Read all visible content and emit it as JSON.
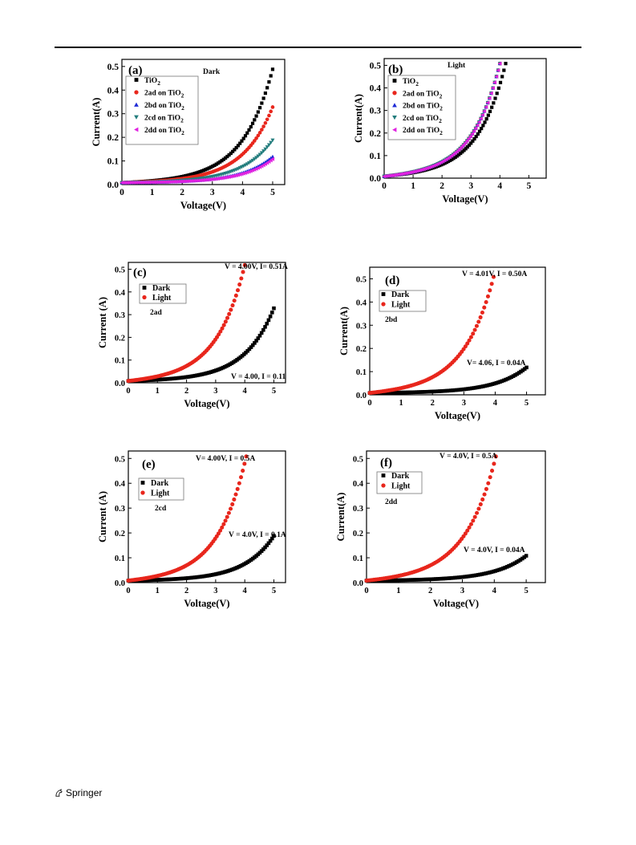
{
  "footer": {
    "publisher": "Springer",
    "icon": "springer-horse-icon"
  },
  "colors": {
    "black": "#000000",
    "red": "#e8261c",
    "blue": "#1f2bd6",
    "teal": "#237d7d",
    "magenta": "#e021e0"
  },
  "chart_data": [
    {
      "id": "a",
      "type": "scatter",
      "panel_label": "(a)",
      "annotation": "Dark",
      "xlabel": "Voltage(V)",
      "ylabel": "Current(A)",
      "xlim": [
        0,
        5.4
      ],
      "ylim": [
        0,
        0.53
      ],
      "xticks": [
        "0",
        "1",
        "2",
        "3",
        "4",
        "5"
      ],
      "yticks": [
        "0.0",
        "0.1",
        "0.2",
        "0.3",
        "0.4",
        "0.5"
      ],
      "legend_placement": "top-left",
      "series": [
        {
          "name": "TiO2",
          "marker": "square",
          "color": "#000000",
          "x_max": 5.0,
          "y_at_max": 0.48
        },
        {
          "name": "2ad on TiO2",
          "marker": "circle",
          "color": "#e8261c",
          "x_max": 5.0,
          "y_at_max": 0.32
        },
        {
          "name": "2bd on TiO2",
          "marker": "triangle-up",
          "color": "#1f2bd6",
          "x_max": 5.0,
          "y_at_max": 0.11
        },
        {
          "name": "2cd on TiO2",
          "marker": "triangle-down",
          "color": "#237d7d",
          "x_max": 5.0,
          "y_at_max": 0.18
        },
        {
          "name": "2dd on TiO2",
          "marker": "triangle-left",
          "color": "#e021e0",
          "x_max": 5.0,
          "y_at_max": 0.1
        }
      ]
    },
    {
      "id": "b",
      "type": "scatter",
      "panel_label": "(b)",
      "annotation": "Light",
      "xlabel": "Voltage(V)",
      "ylabel": "Current(A)",
      "xlim": [
        0,
        5.6
      ],
      "ylim": [
        0,
        0.53
      ],
      "xticks": [
        "0",
        "1",
        "2",
        "3",
        "4",
        "5"
      ],
      "yticks": [
        "0.0",
        "0.1",
        "0.2",
        "0.3",
        "0.4",
        "0.5"
      ],
      "legend_placement": "top-left",
      "series": [
        {
          "name": "TiO2",
          "legend_label": "TiO2",
          "marker": "square",
          "color": "#000000",
          "x_max": 4.2,
          "y_at_max": 0.5
        },
        {
          "name": "2ad on TiO2",
          "marker": "circle",
          "color": "#e8261c",
          "x_max": 4.0,
          "y_at_max": 0.5
        },
        {
          "name": "2bd on TiO2",
          "marker": "triangle-up",
          "color": "#1f2bd6",
          "x_max": 4.0,
          "y_at_max": 0.5
        },
        {
          "name": "2cd on TiO2",
          "marker": "triangle-down",
          "color": "#237d7d",
          "x_max": 4.0,
          "y_at_max": 0.5
        },
        {
          "name": "2dd on TiO2",
          "marker": "triangle-left",
          "color": "#e021e0",
          "x_max": 4.0,
          "y_at_max": 0.5
        }
      ]
    },
    {
      "id": "c",
      "type": "scatter",
      "panel_label": "(c)",
      "sample": "2ad",
      "xlabel": "Voltage(V)",
      "ylabel": "Current (A)",
      "xlim": [
        0,
        5.4
      ],
      "ylim": [
        0,
        0.53
      ],
      "xticks": [
        "0",
        "1",
        "2",
        "3",
        "4",
        "5"
      ],
      "yticks": [
        "0.0",
        "0.1",
        "0.2",
        "0.3",
        "0.4",
        "0.5"
      ],
      "annotations": [
        "V = 4.00V, I= 0.51A",
        "V = 4.00, I = 0.11"
      ],
      "legend_placement": "top-left",
      "series": [
        {
          "name": "Dark",
          "marker": "square",
          "color": "#000000",
          "x_max": 5.0,
          "y_at_max": 0.32
        },
        {
          "name": "Light",
          "marker": "circle",
          "color": "#e8261c",
          "x_max": 4.0,
          "y_at_max": 0.51
        }
      ]
    },
    {
      "id": "d",
      "type": "scatter",
      "panel_label": "(d)",
      "sample": "2bd",
      "xlabel": "Voltage(V)",
      "ylabel": "Current(A)",
      "xlim": [
        0,
        5.6
      ],
      "ylim": [
        0,
        0.55
      ],
      "xticks": [
        "0",
        "1",
        "2",
        "3",
        "4",
        "5"
      ],
      "yticks": [
        "0.0",
        "0.1",
        "0.2",
        "0.3",
        "0.4",
        "0.5"
      ],
      "annotations": [
        "V = 4.01V, I = 0.50A",
        "V= 4.06, I = 0.04A"
      ],
      "legend_placement": "top-left",
      "series": [
        {
          "name": "Dark",
          "marker": "square",
          "color": "#000000",
          "x_max": 5.0,
          "y_at_max": 0.11
        },
        {
          "name": "Light",
          "marker": "circle",
          "color": "#e8261c",
          "x_max": 3.95,
          "y_at_max": 0.5
        }
      ]
    },
    {
      "id": "e",
      "type": "scatter",
      "panel_label": "(e)",
      "sample": "2cd",
      "xlabel": "Voltage(V)",
      "ylabel": "Current (A)",
      "xlim": [
        0,
        5.4
      ],
      "ylim": [
        0,
        0.53
      ],
      "xticks": [
        "0",
        "1",
        "2",
        "3",
        "4",
        "5"
      ],
      "yticks": [
        "0.0",
        "0.1",
        "0.2",
        "0.3",
        "0.4",
        "0.5"
      ],
      "annotations": [
        "V= 4.00V, I = 0.5A",
        "V = 4.0V, I = 0.1A"
      ],
      "legend_placement": "top-left",
      "series": [
        {
          "name": "Dark",
          "marker": "square",
          "color": "#000000",
          "x_max": 5.0,
          "y_at_max": 0.18
        },
        {
          "name": "Light",
          "marker": "circle",
          "color": "#e8261c",
          "x_max": 4.05,
          "y_at_max": 0.5
        }
      ]
    },
    {
      "id": "f",
      "type": "scatter",
      "panel_label": "(f)",
      "sample": "2dd",
      "xlabel": "Voltage(V)",
      "ylabel": "Current(A)",
      "xlim": [
        0,
        5.6
      ],
      "ylim": [
        0,
        0.53
      ],
      "xticks": [
        "0",
        "1",
        "2",
        "3",
        "4",
        "5"
      ],
      "yticks": [
        "0.0",
        "0.1",
        "0.2",
        "0.3",
        "0.4",
        "0.5"
      ],
      "annotations": [
        "V = 4.0V, I = 0.5A",
        "V = 4.0V, I = 0.04A"
      ],
      "legend_placement": "top-left",
      "series": [
        {
          "name": "Dark",
          "marker": "square",
          "color": "#000000",
          "x_max": 5.0,
          "y_at_max": 0.1
        },
        {
          "name": "Light",
          "marker": "circle",
          "color": "#e8261c",
          "x_max": 4.05,
          "y_at_max": 0.5
        }
      ]
    }
  ]
}
